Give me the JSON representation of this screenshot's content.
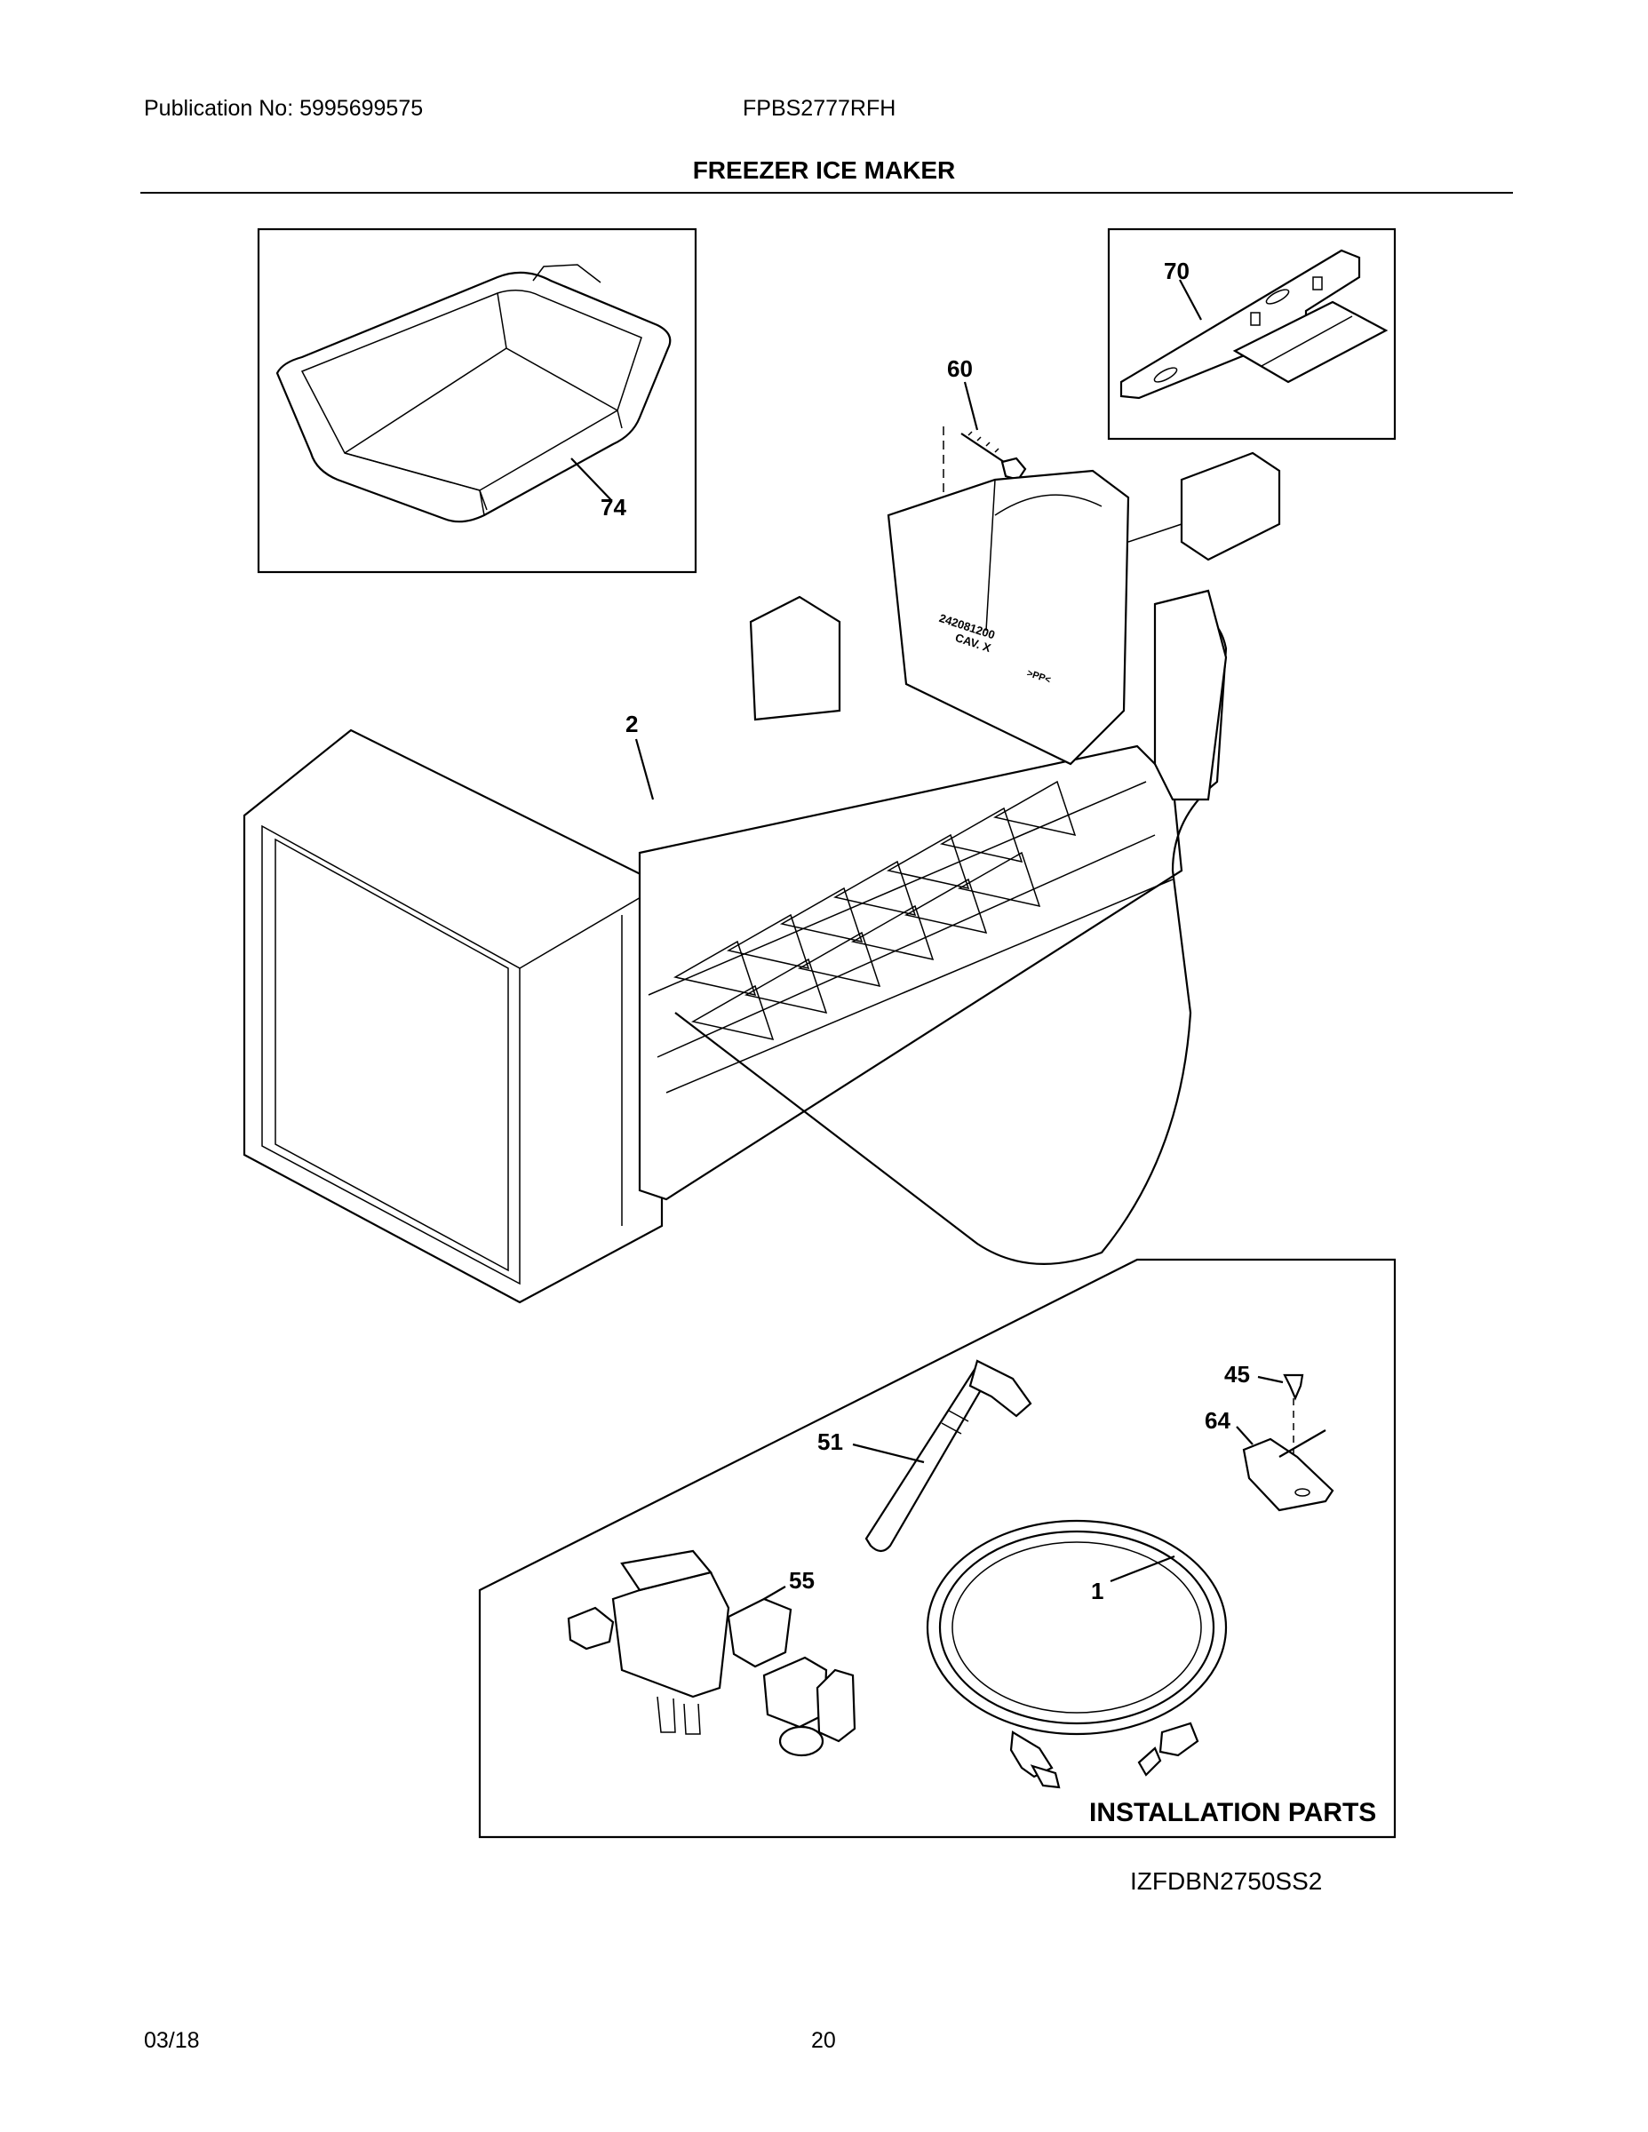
{
  "header": {
    "publication": "Publication No: 5995699575",
    "model": "FPBS2777RFH",
    "title": "FREEZER ICE MAKER"
  },
  "callouts": {
    "p74": "74",
    "p70": "70",
    "p60": "60",
    "p2": "2",
    "p51": "51",
    "p45": "45",
    "p64": "64",
    "p1": "1",
    "p55": "55"
  },
  "installation_label": "INSTALLATION PARTS",
  "diagram_code": "IZFDBN2750SS2",
  "mold_text": {
    "line1": "242081200",
    "line2": "CAV. X",
    "recycle": ">PP<"
  },
  "footer": {
    "date": "03/18",
    "page": "20"
  }
}
